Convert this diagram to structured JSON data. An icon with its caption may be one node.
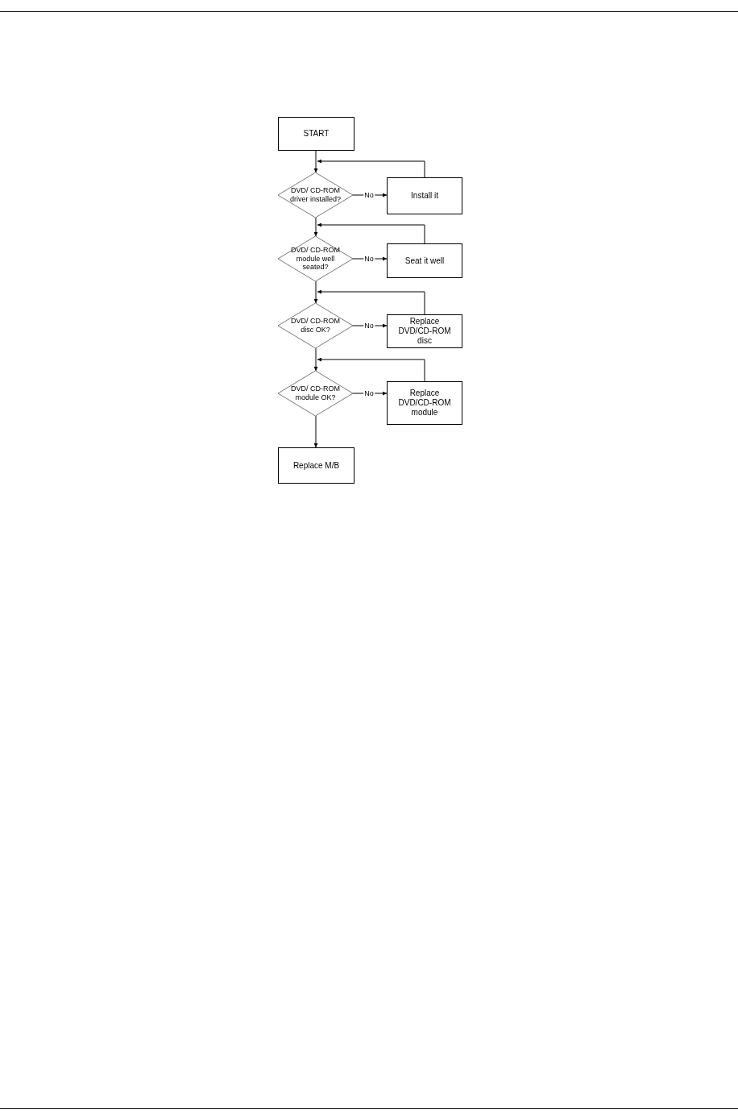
{
  "diagram": {
    "nodes": [
      {
        "text": [
          "START"
        ]
      },
      {
        "text": [
          "DVD/ CD-ROM driver installed?"
        ]
      },
      {
        "text": [
          "Install it"
        ]
      },
      {
        "text": [
          "DVD/ CD-ROM module well seated?"
        ]
      },
      {
        "text": [
          "Seat it well"
        ]
      },
      {
        "text": [
          "DVD/ CD-ROM disc OK?"
        ]
      },
      {
        "text": [
          "Replace DVD/CD-ROM disc"
        ]
      },
      {
        "text": [
          "DVD/ CD-ROM module OK?"
        ]
      },
      {
        "text": [
          "Replace DVD/CD-ROM module"
        ]
      },
      {
        "text": [
          "Replace M/B"
        ]
      }
    ],
    "edges": [
      {
        "from": 0,
        "to": 1,
        "arrow": "to"
      },
      {
        "from": 1,
        "to": 2,
        "arrow": "to",
        "label": "No"
      },
      {
        "from": 2,
        "to": 1,
        "arrow": "to"
      },
      {
        "from": 1,
        "to": 3,
        "arrow": "to"
      },
      {
        "from": 3,
        "to": 4,
        "arrow": "to",
        "label": "No"
      },
      {
        "from": 4,
        "to": 3,
        "arrow": "to"
      },
      {
        "from": 3,
        "to": 5,
        "arrow": "to"
      },
      {
        "from": 5,
        "to": 6,
        "arrow": "to",
        "label": "No"
      },
      {
        "from": 6,
        "to": 5,
        "arrow": "to"
      },
      {
        "from": 5,
        "to": 7,
        "arrow": "to"
      },
      {
        "from": 7,
        "to": 8,
        "arrow": "to",
        "label": "No"
      },
      {
        "from": 8,
        "to": 7,
        "arrow": "to"
      },
      {
        "from": 7,
        "to": 9,
        "arrow": "to"
      }
    ]
  }
}
